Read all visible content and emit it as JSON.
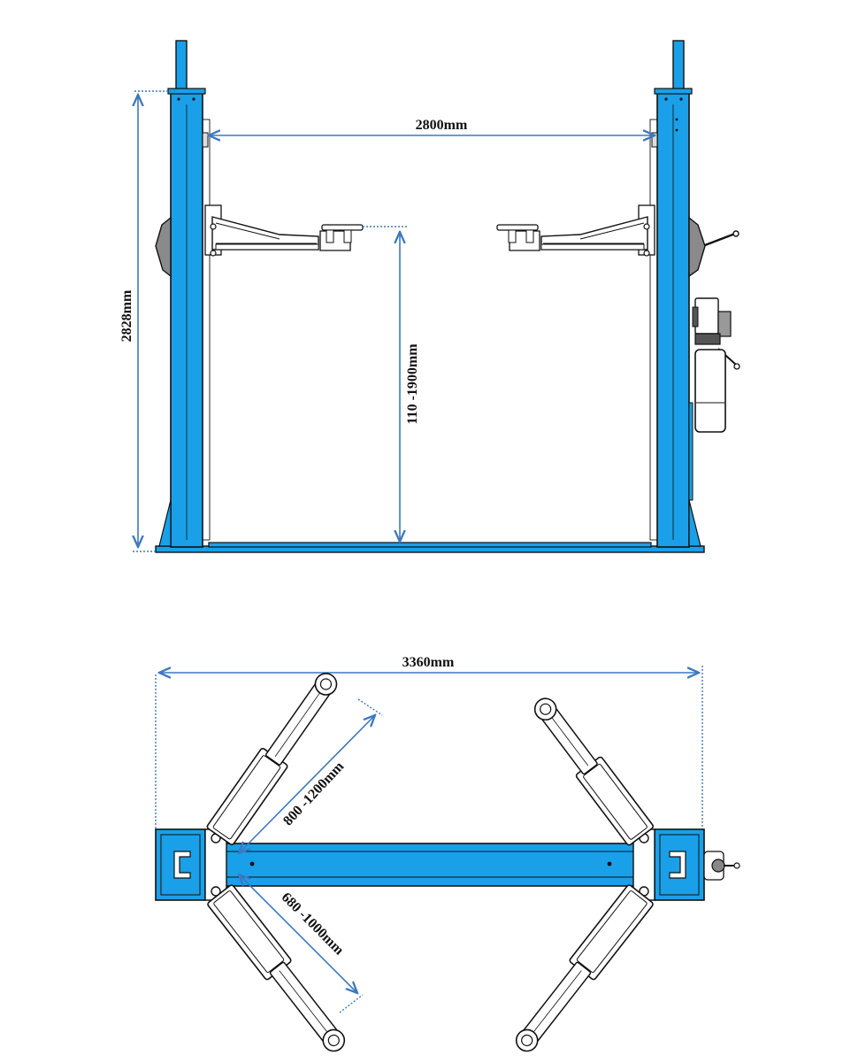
{
  "colors": {
    "blue": "#1aa0e8",
    "dim_line": "#3c78c0",
    "outline": "#111111",
    "grey_plate": "#8a8a8a"
  },
  "front_view": {
    "width_label": "2800mm",
    "height_label": "2828mm",
    "lift_range_label": "110 -1900mm"
  },
  "top_view": {
    "overall_width_label": "3360mm",
    "long_arm_label": "800 -1200mm",
    "short_arm_label": "680 -1000mm"
  }
}
